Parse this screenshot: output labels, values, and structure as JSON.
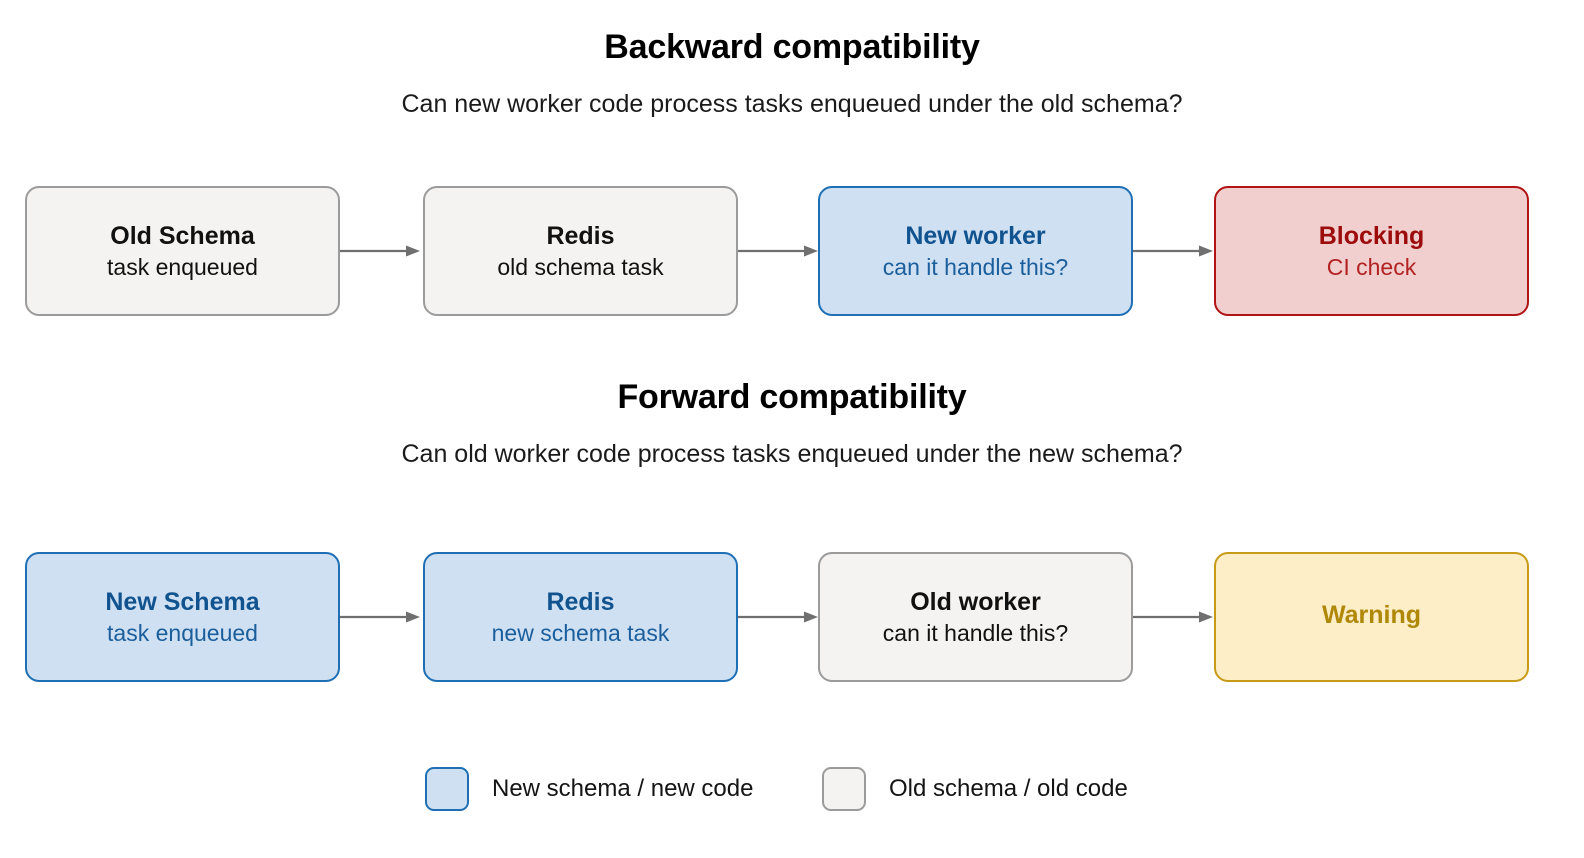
{
  "sections": [
    {
      "id": "backward",
      "title": "Backward compatibility",
      "subtitle": "Can new worker code process tasks enqueued under the old schema?",
      "nodes": [
        {
          "title": "Old Schema",
          "sub": "task enqueued",
          "variant": "grey"
        },
        {
          "title": "Redis",
          "sub": "old schema task",
          "variant": "grey"
        },
        {
          "title": "New worker",
          "sub": "can it handle this?",
          "variant": "blue"
        },
        {
          "title": "Blocking",
          "sub": "CI check",
          "variant": "red"
        }
      ]
    },
    {
      "id": "forward",
      "title": "Forward compatibility",
      "subtitle": "Can old worker code process tasks enqueued under the new schema?",
      "nodes": [
        {
          "title": "New Schema",
          "sub": "task enqueued",
          "variant": "blue"
        },
        {
          "title": "Redis",
          "sub": "new schema task",
          "variant": "blue"
        },
        {
          "title": "Old worker",
          "sub": "can it handle this?",
          "variant": "grey"
        },
        {
          "title": "Warning",
          "sub": "",
          "variant": "yellow"
        }
      ]
    }
  ],
  "legend": {
    "items": [
      {
        "label": "New schema / new code",
        "swatch": "blue"
      },
      {
        "label": "Old schema / old code",
        "swatch": "grey"
      }
    ]
  },
  "colors": {
    "blue_fill": "#cfe0f3",
    "blue_border": "#1f6fb4",
    "blue_text": "#11538f",
    "grey_fill": "#f4f3f1",
    "grey_border": "#9b9b9b",
    "red_fill": "#f2cfcf",
    "red_border": "#b01414",
    "red_text": "#9c0c0c",
    "yellow_fill": "#fdeec8",
    "yellow_border": "#c79a17",
    "yellow_text": "#b08808",
    "arrow": "#6f6f6f"
  },
  "icons": {
    "arrow": "arrow-right-icon"
  }
}
